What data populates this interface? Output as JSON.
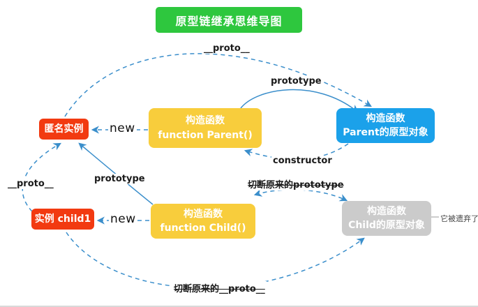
{
  "title": "原型链继承思维导图",
  "nodes": {
    "parent_fn": {
      "title": "构造函数",
      "subtitle": "function Parent()"
    },
    "parent_proto": {
      "title": "构造函数",
      "subtitle": "Parent的原型对象"
    },
    "anon_instance": {
      "label": "匿名实例"
    },
    "child_fn": {
      "title": "构造函数",
      "subtitle": "function Child()"
    },
    "child1_instance": {
      "label": "实例 child1"
    },
    "child_proto": {
      "title": "构造函数",
      "subtitle": "Child的原型对象"
    }
  },
  "edge_labels": {
    "proto_top": "__proto__",
    "prototype_parent": "prototype",
    "constructor": "constructor",
    "new_parent": "new",
    "new_child": "new",
    "prototype_child": "prototype",
    "proto_child1": "__proto__",
    "cut_prototype": "切断原来的prototype",
    "cut_proto": "切断原来的__proto__"
  },
  "annotations": {
    "abandoned": "它被遗弃了"
  },
  "colors": {
    "title_bg": "#2ec73e",
    "constructor_bg": "#f8cd3c",
    "prototype_bg": "#1ba1ea",
    "instance_bg": "#f23a11",
    "abandoned_bg": "#cbcbcb",
    "edge_stroke": "#3a8ecb",
    "node_text": "#ffffff",
    "label_text": "#1a1a1a"
  }
}
